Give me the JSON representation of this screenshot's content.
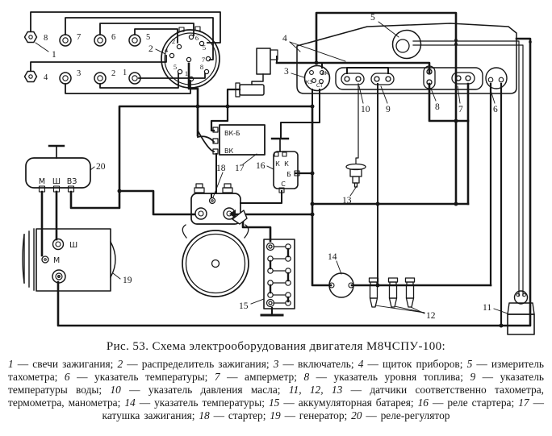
{
  "figure": {
    "title": "Рис. 53. Схема электрооборудования двигателя М8ЧСПУ-100:",
    "legend_items": [
      {
        "n": "1",
        "t": " — свечи зажигания; "
      },
      {
        "n": "2",
        "t": " — распределитель зажигания; "
      },
      {
        "n": "3",
        "t": " — включатель; "
      },
      {
        "n": "4",
        "t": " — щиток приборов; "
      },
      {
        "n": "5",
        "t": " — измеритель тахометра; "
      },
      {
        "n": "6",
        "t": " — указатель температуры; "
      },
      {
        "n": "7",
        "t": " — амперметр; "
      },
      {
        "n": "8",
        "t": " — указатель уровня топлива; "
      },
      {
        "n": "9",
        "t": " — указатель температуры воды; "
      },
      {
        "n": "10",
        "t": " — указатель давления масла; "
      },
      {
        "n": "11, 12, 13",
        "t": " — датчики соответственно тахометра, термометра, манометра; "
      },
      {
        "n": "14",
        "t": " — указатель температуры; "
      },
      {
        "n": "15",
        "t": " — аккумуляторная батарея; "
      },
      {
        "n": "16",
        "t": " — реле стартера; "
      },
      {
        "n": "17",
        "t": " — катушка зажигания; "
      },
      {
        "n": "18",
        "t": " — стартер; "
      },
      {
        "n": "19",
        "t": " — генератор; "
      },
      {
        "n": "20",
        "t": " — реле-регулятор"
      }
    ]
  },
  "diagram": {
    "ink_color": "#161616",
    "callouts": {
      "c1": "1",
      "c2": "2",
      "c3": "3",
      "c4": "4",
      "c5": "5",
      "c6": "6",
      "c7": "7",
      "c8": "8",
      "c9": "9",
      "c10": "10",
      "c11": "11",
      "c12": "12",
      "c13": "13",
      "c14": "14",
      "c15": "15",
      "c16": "16",
      "c17": "17",
      "c18": "18",
      "c19": "19",
      "c20": "20"
    },
    "plugs": {
      "top": {
        "p8": "8",
        "p7": "7",
        "p6": "6",
        "p5": "5"
      },
      "bottom": {
        "p4": "4",
        "p3": "3",
        "p2": "2",
        "p1": "1"
      }
    },
    "distributor_cap": {
      "t2": "2",
      "t6": "6",
      "t4": "4",
      "t5a": "5",
      "t7": "7",
      "t5b": "5",
      "t1": "1",
      "t8": "8"
    },
    "ignition_switch": {
      "am": "АМ",
      "kz": "КЗ",
      "st": "СТ"
    },
    "ignition_coil": {
      "vkb": "ВК-Б",
      "vk": "ВК"
    },
    "starter_relay": {
      "k1": "К",
      "k2": "К",
      "b": "Б",
      "c": "С"
    },
    "relay_regulator": {
      "m": "М",
      "sh": "Ш",
      "vz": "ВЗ"
    },
    "generator": {
      "sh": "Ш",
      "m": "М"
    }
  }
}
